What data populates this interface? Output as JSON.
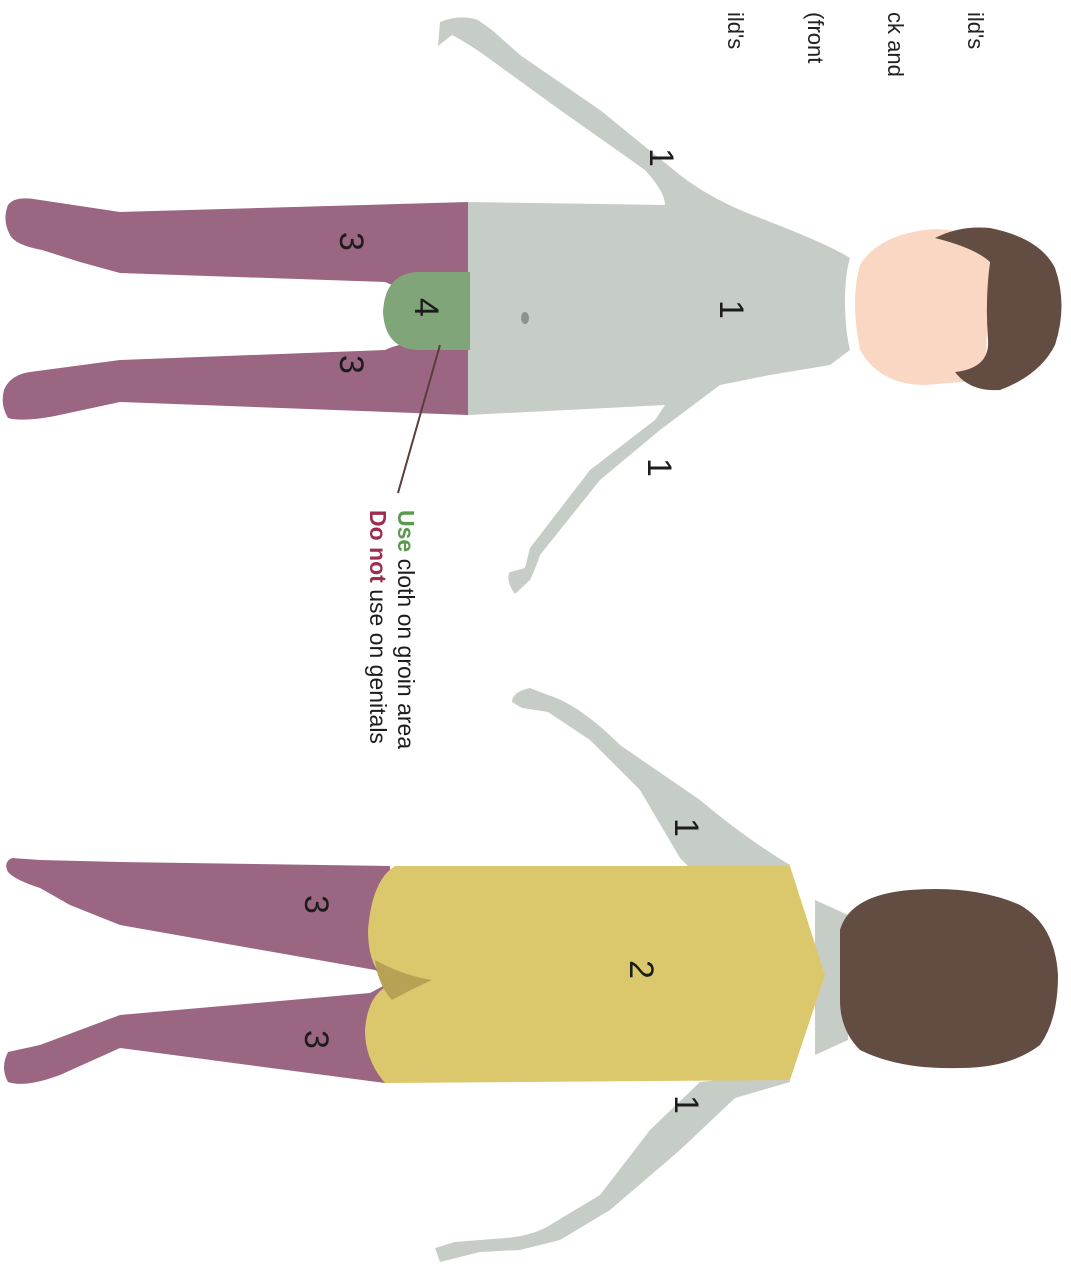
{
  "cut_text": [
    "ild's",
    "ck and",
    "(front",
    "ild's"
  ],
  "zone_labels": {
    "front_arm_top": "1",
    "front_chest": "1",
    "front_arm_bottom": "1",
    "front_leg_top": "3",
    "front_groin": "4",
    "front_leg_bottom": "3",
    "back_arm_top": "1",
    "back_torso": "2",
    "back_arm_bottom": "1",
    "back_leg_top": "3",
    "back_leg_bottom": "3"
  },
  "callout": {
    "line1_emph": "Use",
    "line1_rest": " cloth on groin area",
    "line2_emph": "Do not",
    "line2_rest": " use on genitals"
  },
  "colors": {
    "skin_gray": "#c6cdc6",
    "hair": "#634d42",
    "face": "#f9d7c3",
    "legs": "#9b6681",
    "groin": "#80a579",
    "back": "#dcc86c",
    "use_green": "#5a9a4e",
    "donot_red": "#9b2d4d"
  }
}
